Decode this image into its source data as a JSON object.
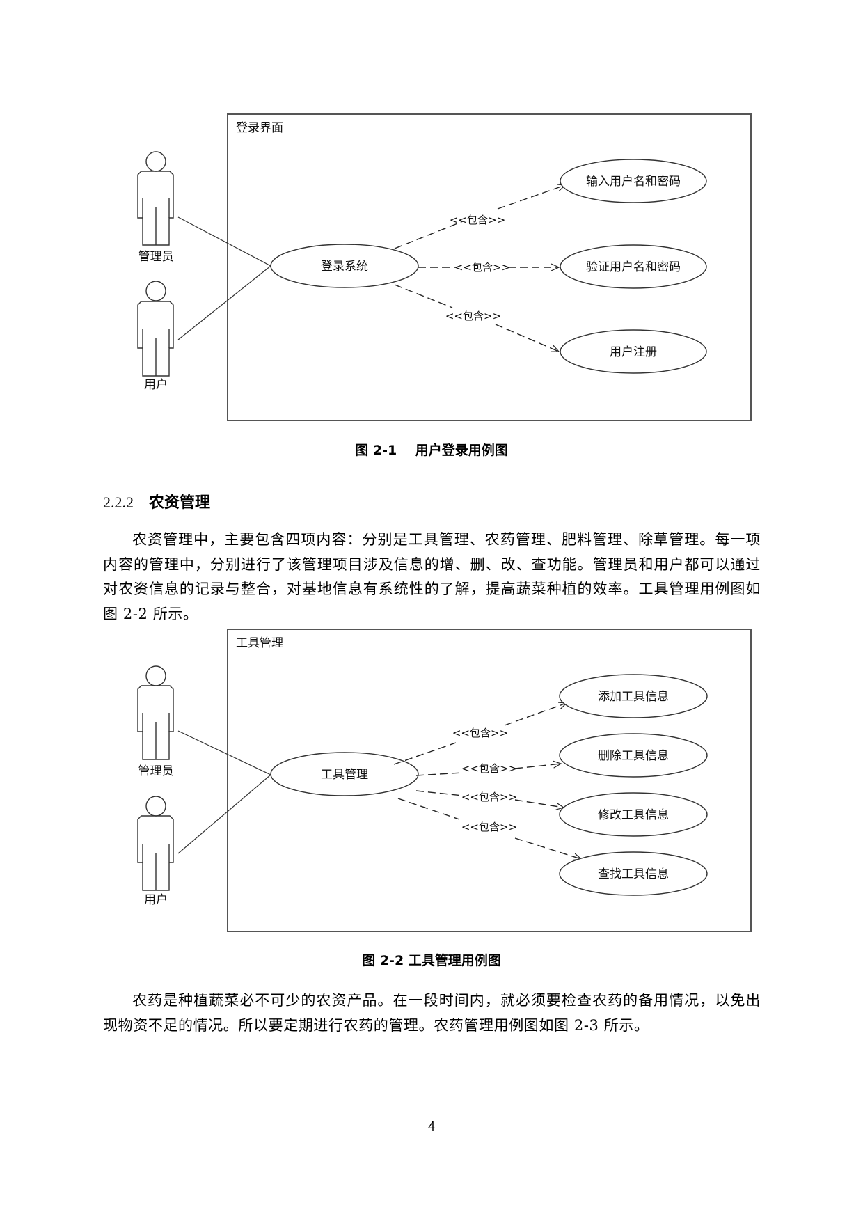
{
  "figure1": {
    "boundary_title": "登录界面",
    "actors": [
      {
        "label": "管理员"
      },
      {
        "label": "用户"
      }
    ],
    "main_usecase": "登录系统",
    "usecases": [
      {
        "label": "输入用户名和密码"
      },
      {
        "label": "验证用户名和密码"
      },
      {
        "label": "用户注册"
      }
    ],
    "relation_label": "<<包含>>",
    "caption": "图 2-1    用户登录用例图"
  },
  "section": {
    "number": "2.2.2",
    "title": "农资管理"
  },
  "paragraph1": "农资管理中，主要包含四项内容：分别是工具管理、农药管理、肥料管理、除草管理。每一项内容的管理中，分别进行了该管理项目涉及信息的增、删、改、查功能。管理员和用户都可以通过对农资信息的记录与整合，对基地信息有系统性的了解，提高蔬菜种植的效率。工具管理用例图如图 2-2 所示。",
  "figure2": {
    "boundary_title": "工具管理",
    "actors": [
      {
        "label": "管理员"
      },
      {
        "label": "用户"
      }
    ],
    "main_usecase": "工具管理",
    "usecases": [
      {
        "label": "添加工具信息"
      },
      {
        "label": "删除工具信息"
      },
      {
        "label": "修改工具信息"
      },
      {
        "label": "查找工具信息"
      }
    ],
    "relation_label": "<<包含>>",
    "caption": "图 2-2 工具管理用例图"
  },
  "paragraph2": "农药是种植蔬菜必不可少的农资产品。在一段时间内，就必须要检查农药的备用情况，以免出现物资不足的情况。所以要定期进行农药的管理。农药管理用例图如图 2-3 所示。",
  "page_number": "4"
}
